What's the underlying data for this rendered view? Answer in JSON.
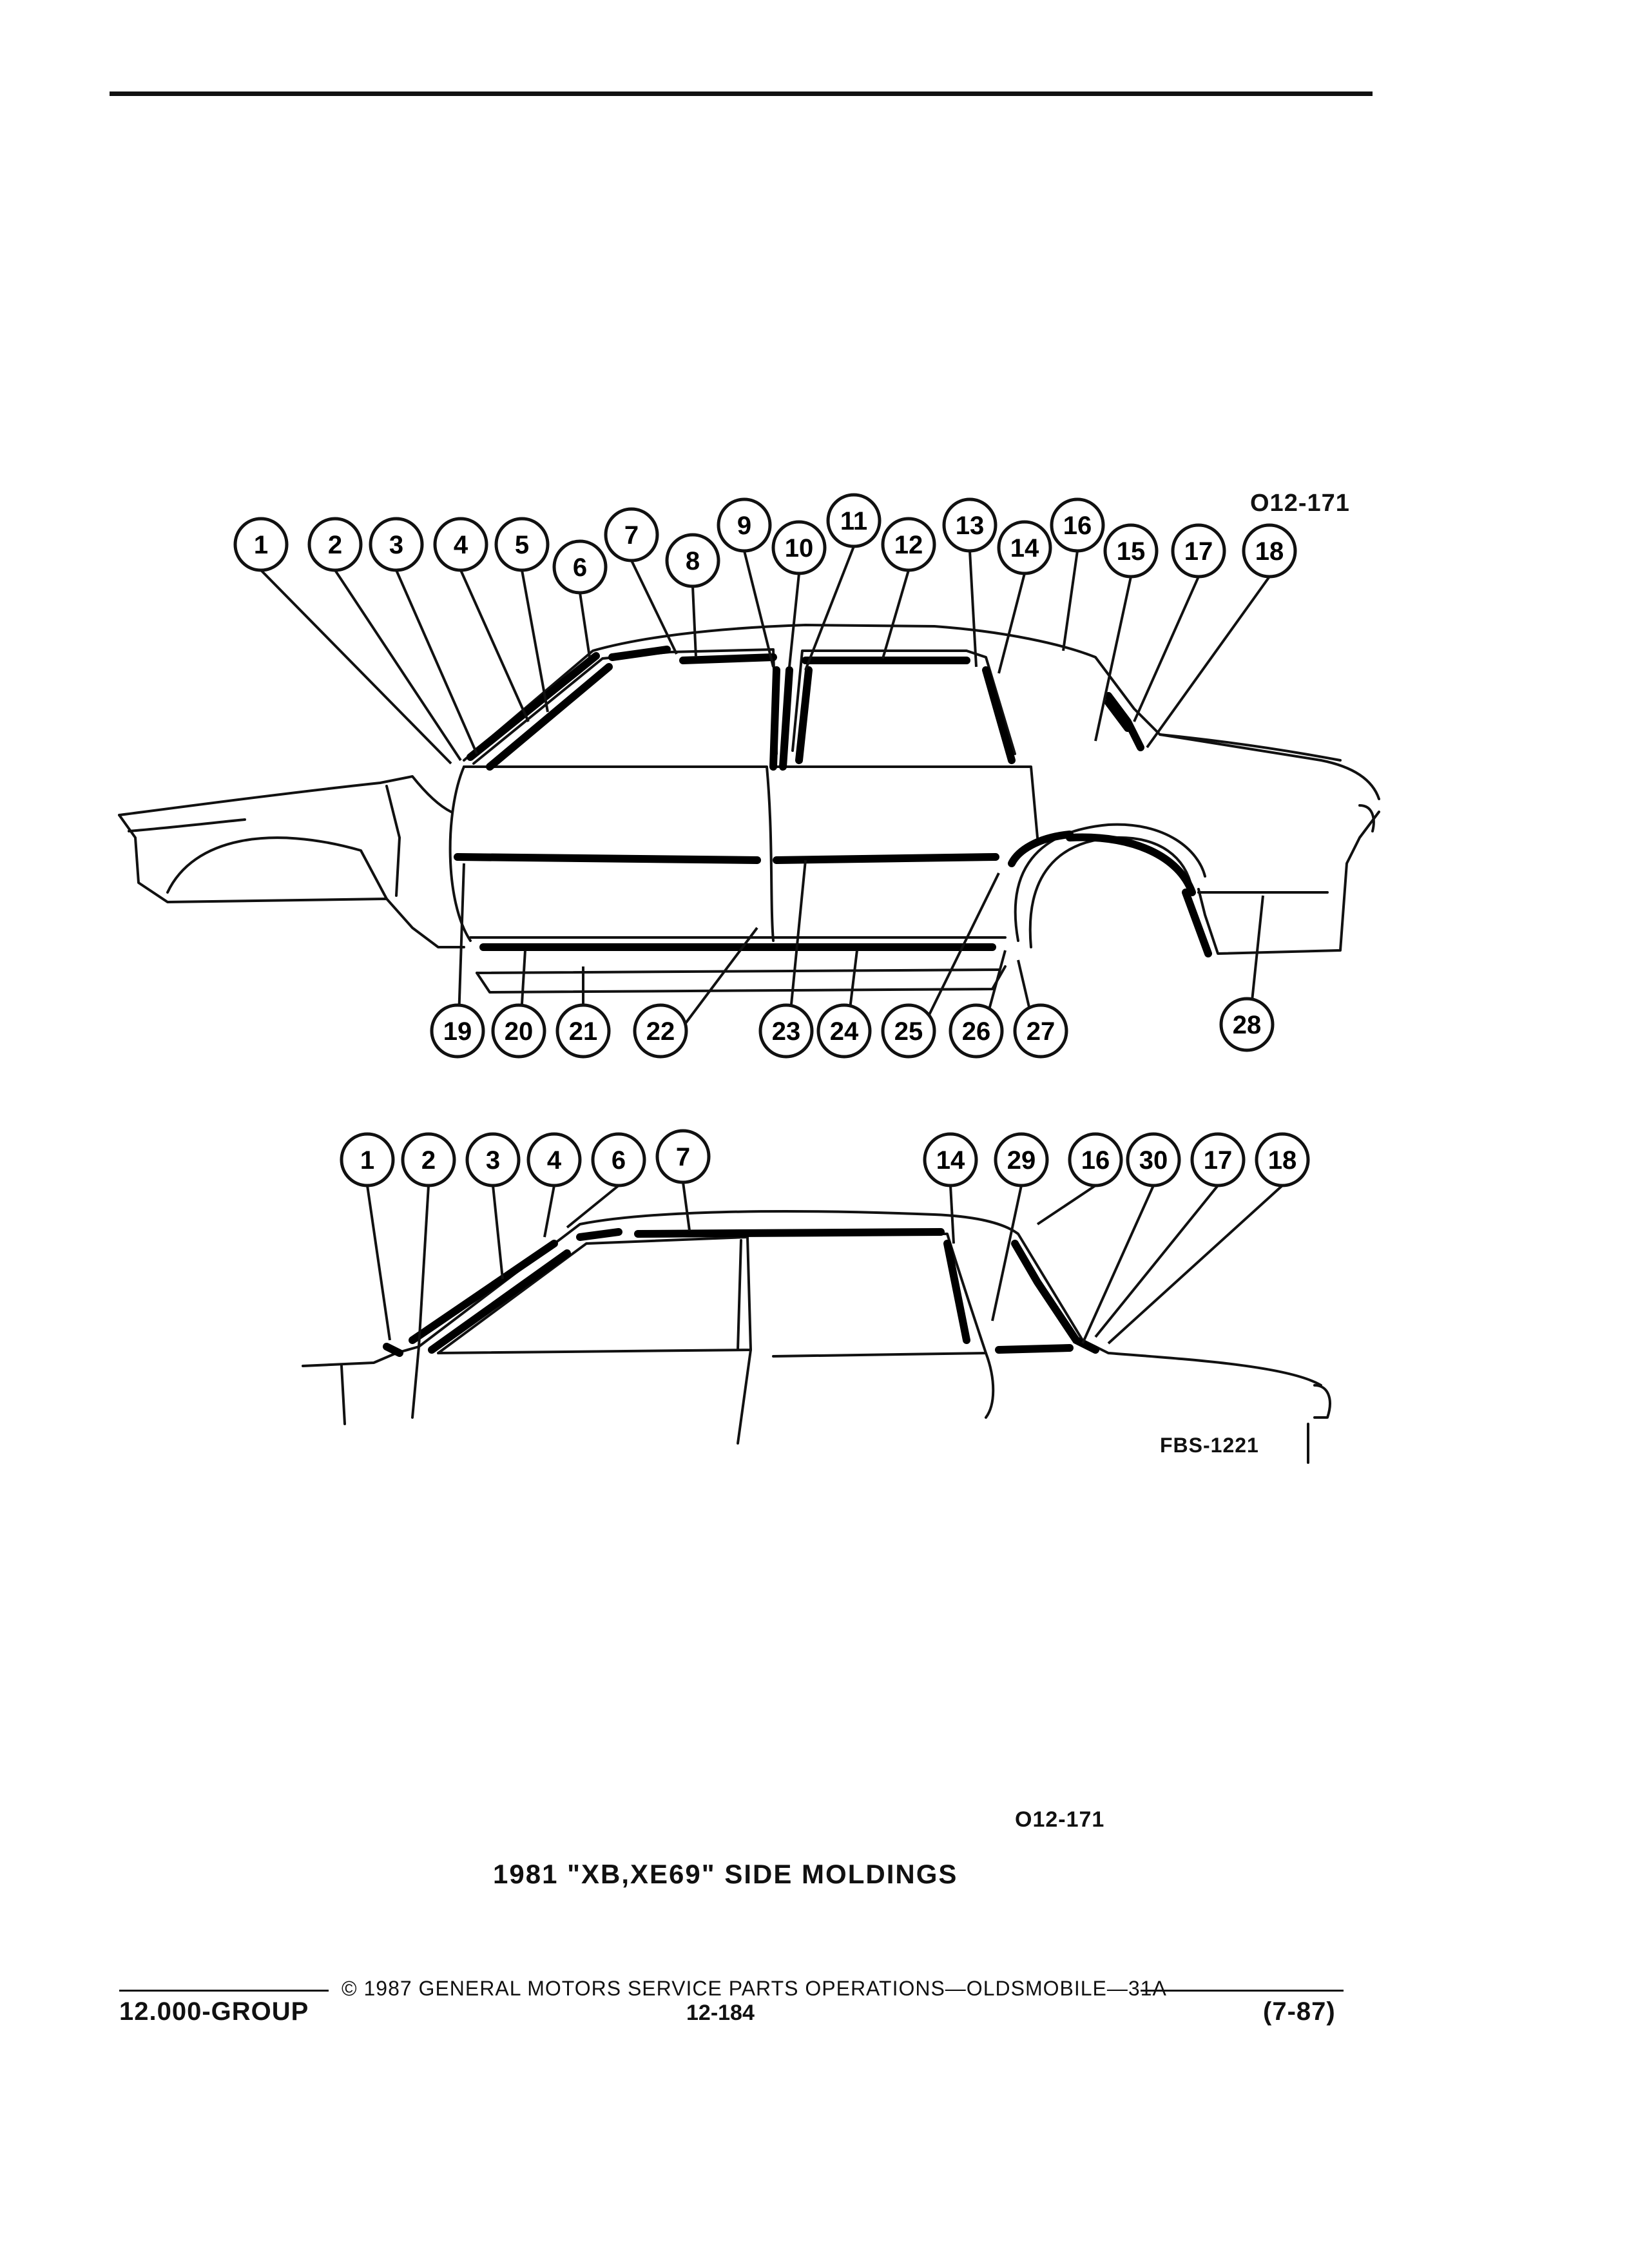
{
  "header": {
    "rule": true
  },
  "diagram": {
    "ref_code_top": "O12-171",
    "figure_code": "FBS-1221",
    "ref_code_bottom": "O12-171",
    "title": "1981 \"XB,XE69\" SIDE MOLDINGS",
    "top_view_callouts": [
      "1",
      "2",
      "3",
      "4",
      "5",
      "6",
      "7",
      "8",
      "9",
      "10",
      "11",
      "12",
      "13",
      "14",
      "16",
      "15",
      "17",
      "18",
      "19",
      "20",
      "21",
      "22",
      "23",
      "24",
      "25",
      "26",
      "27",
      "28"
    ],
    "bottom_view_callouts": [
      "1",
      "2",
      "3",
      "4",
      "6",
      "7",
      "14",
      "29",
      "16",
      "30",
      "17",
      "18"
    ]
  },
  "footer": {
    "copyright": "© 1987 GENERAL MOTORS SERVICE PARTS OPERATIONS—OLDSMOBILE—31A",
    "group": "12.000-GROUP",
    "page": "12-184",
    "date": "(7-87)"
  }
}
